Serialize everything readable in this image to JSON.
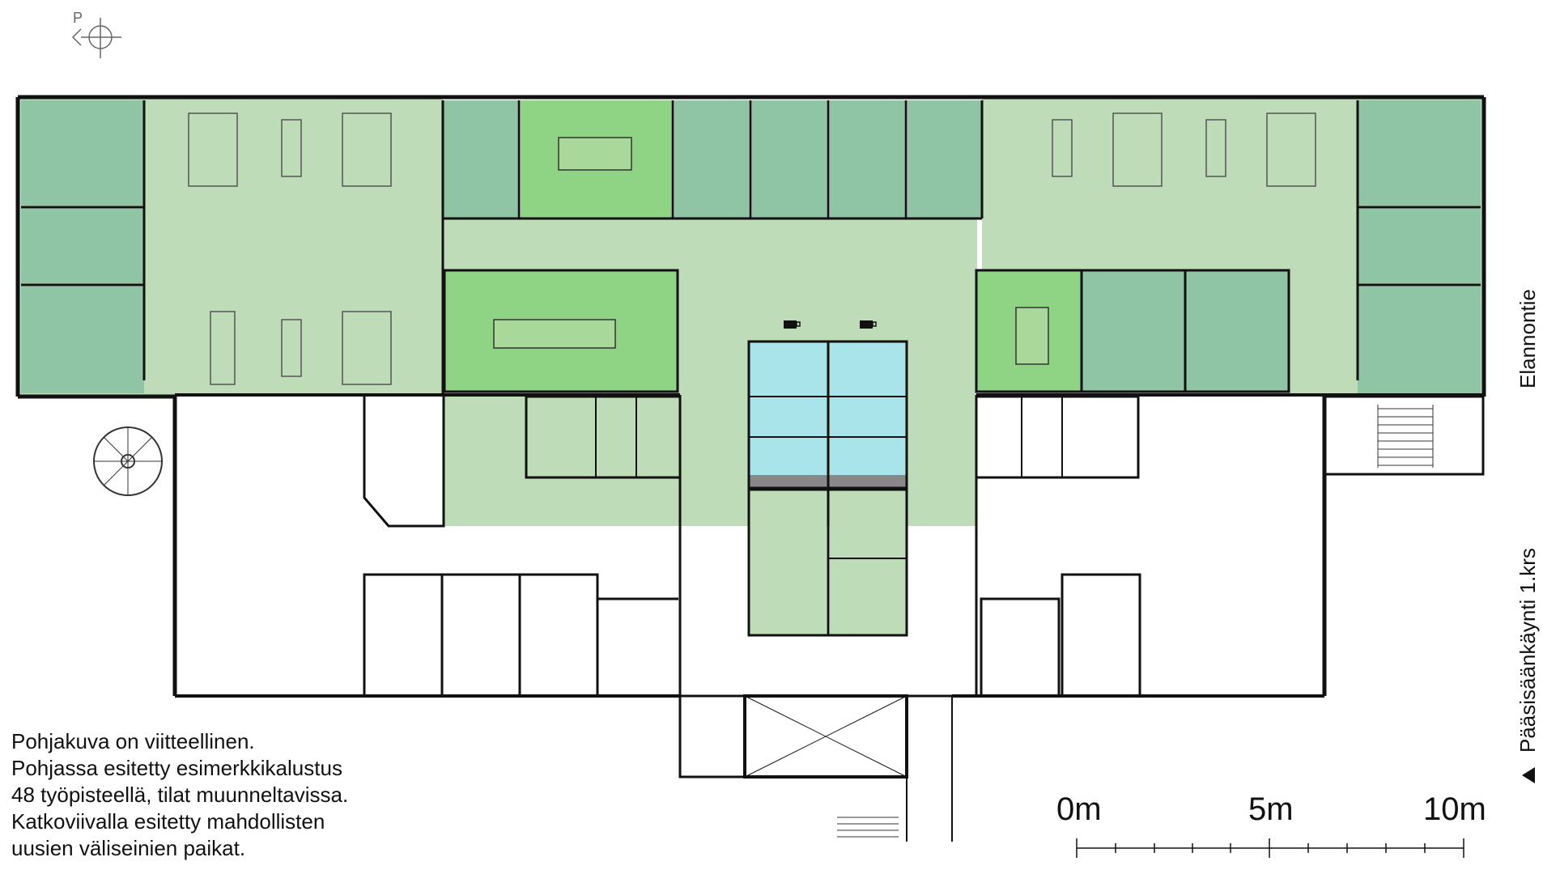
{
  "north_marker": {
    "letter": "P",
    "icon": "north-arrow-icon"
  },
  "street_label": "Elannontie",
  "entrance_label": "Pääsisäänkäynti 1.krs",
  "entrance_icon": "triangle-marker-icon",
  "notes": [
    "Pohjakuva on viitteellinen.",
    "Pohjassa esitetty esimerkkikalustus",
    "48 työpisteellä, tilat muunneltavissa.",
    "Katkoviivalla esitetty mahdollisten",
    "uusien väliseinien paikat."
  ],
  "scale_bar": {
    "labels": [
      "0m",
      "5m",
      "10m"
    ]
  },
  "colors": {
    "open_office": "#bfdcb8",
    "private_office": "#8fc4a4",
    "meeting_room": "#8fd484",
    "wc": "#a8e4ea",
    "corridor": "#bfdcb8",
    "walls": "#111111",
    "unleased": "#ffffff"
  },
  "icons": [
    "coffee-icon",
    "coffee-icon",
    "north-arrow-icon",
    "spiral-stair-icon",
    "stair-icon"
  ]
}
